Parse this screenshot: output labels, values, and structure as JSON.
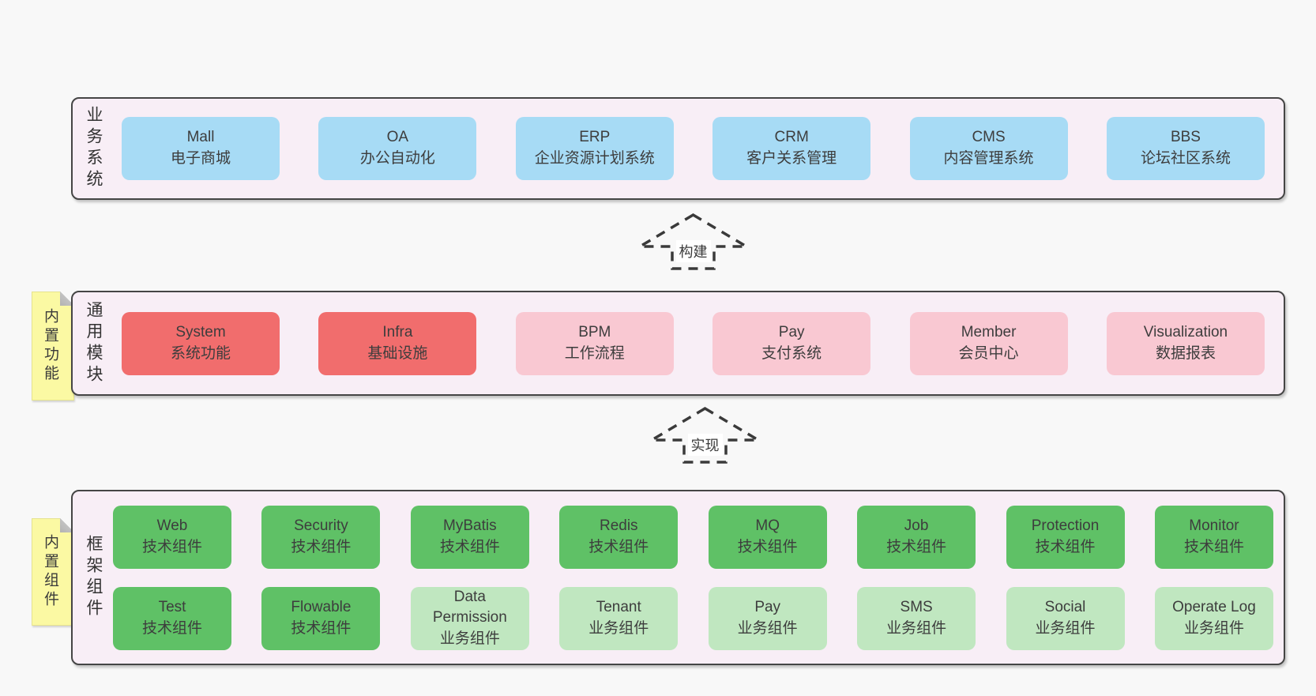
{
  "colors": {
    "page_bg": "#f8f8f8",
    "container_bg": "#f8eef6",
    "container_border": "#454545",
    "blue_box": "#a7dbf5",
    "red_box": "#f16d6d",
    "pink_box": "#f9c8d2",
    "green_box": "#5fc166",
    "light_green_box": "#c0e7c0",
    "note_yellow": "#fbf9a3",
    "text": "#3d3d3d"
  },
  "arrows": [
    {
      "label": "构建"
    },
    {
      "label": "实现"
    }
  ],
  "sections": {
    "business": {
      "label": "业务系统",
      "boxes": [
        {
          "title": "Mall",
          "subtitle": "电子商城",
          "variant": "blue"
        },
        {
          "title": "OA",
          "subtitle": "办公自动化",
          "variant": "blue"
        },
        {
          "title": "ERP",
          "subtitle": "企业资源计划系统",
          "variant": "blue"
        },
        {
          "title": "CRM",
          "subtitle": "客户关系管理",
          "variant": "blue"
        },
        {
          "title": "CMS",
          "subtitle": "内容管理系统",
          "variant": "blue"
        },
        {
          "title": "BBS",
          "subtitle": "论坛社区系统",
          "variant": "blue"
        }
      ]
    },
    "modules": {
      "label": "通用模块",
      "note": "内置功能",
      "boxes": [
        {
          "title": "System",
          "subtitle": "系统功能",
          "variant": "red"
        },
        {
          "title": "Infra",
          "subtitle": "基础设施",
          "variant": "red"
        },
        {
          "title": "BPM",
          "subtitle": "工作流程",
          "variant": "pink"
        },
        {
          "title": "Pay",
          "subtitle": "支付系统",
          "variant": "pink"
        },
        {
          "title": "Member",
          "subtitle": "会员中心",
          "variant": "pink"
        },
        {
          "title": "Visualization",
          "subtitle": "数据报表",
          "variant": "pink"
        }
      ]
    },
    "framework": {
      "label": "框架组件",
      "note": "内置组件",
      "boxes": [
        {
          "title": "Web",
          "subtitle": "技术组件",
          "variant": "green"
        },
        {
          "title": "Security",
          "subtitle": "技术组件",
          "variant": "green"
        },
        {
          "title": "MyBatis",
          "subtitle": "技术组件",
          "variant": "green"
        },
        {
          "title": "Redis",
          "subtitle": "技术组件",
          "variant": "green"
        },
        {
          "title": "MQ",
          "subtitle": "技术组件",
          "variant": "green"
        },
        {
          "title": "Job",
          "subtitle": "技术组件",
          "variant": "green"
        },
        {
          "title": "Protection",
          "subtitle": "技术组件",
          "variant": "green"
        },
        {
          "title": "Monitor",
          "subtitle": "技术组件",
          "variant": "green"
        },
        {
          "title": "Test",
          "subtitle": "技术组件",
          "variant": "green"
        },
        {
          "title": "Flowable",
          "subtitle": "技术组件",
          "variant": "green"
        },
        {
          "title": "Data Permission",
          "subtitle": "业务组件",
          "variant": "lgreen"
        },
        {
          "title": "Tenant",
          "subtitle": "业务组件",
          "variant": "lgreen"
        },
        {
          "title": "Pay",
          "subtitle": "业务组件",
          "variant": "lgreen"
        },
        {
          "title": "SMS",
          "subtitle": "业务组件",
          "variant": "lgreen"
        },
        {
          "title": "Social",
          "subtitle": "业务组件",
          "variant": "lgreen"
        },
        {
          "title": "Operate Log",
          "subtitle": "业务组件",
          "variant": "lgreen"
        }
      ]
    }
  }
}
